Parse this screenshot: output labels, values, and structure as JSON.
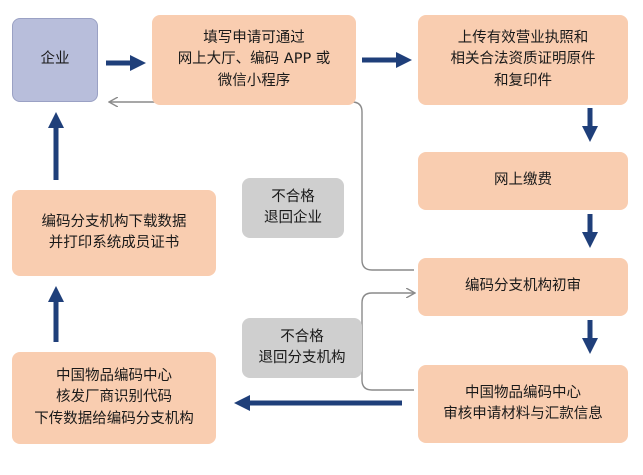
{
  "nodes": {
    "enterprise": "企业",
    "apply": "填写申请可通过\n网上大厅、编码 APP 或\n微信小程序",
    "upload": "上传有效营业执照和\n相关合法资质证明原件\n和复印件",
    "pay": "网上缴费",
    "first_review": "编码分支机构初审",
    "center_review": "中国物品编码中心\n审核申请材料与汇款信息",
    "issue_code": "中国物品编码中心\n核发厂商识别代码\n下传数据给编码分支机构",
    "download": "编码分支机构下载数据\n并打印系统成员证书"
  },
  "rejections": {
    "to_enterprise": "不合格\n退回企业",
    "to_branch": "不合格\n退回分支机构"
  },
  "colors": {
    "arrow": "#1f3f7a",
    "step_fill": "#f9cdb0",
    "start_fill": "#b8bedb",
    "reject_fill": "#cfcfcf",
    "return_line": "#8a8a8a"
  }
}
